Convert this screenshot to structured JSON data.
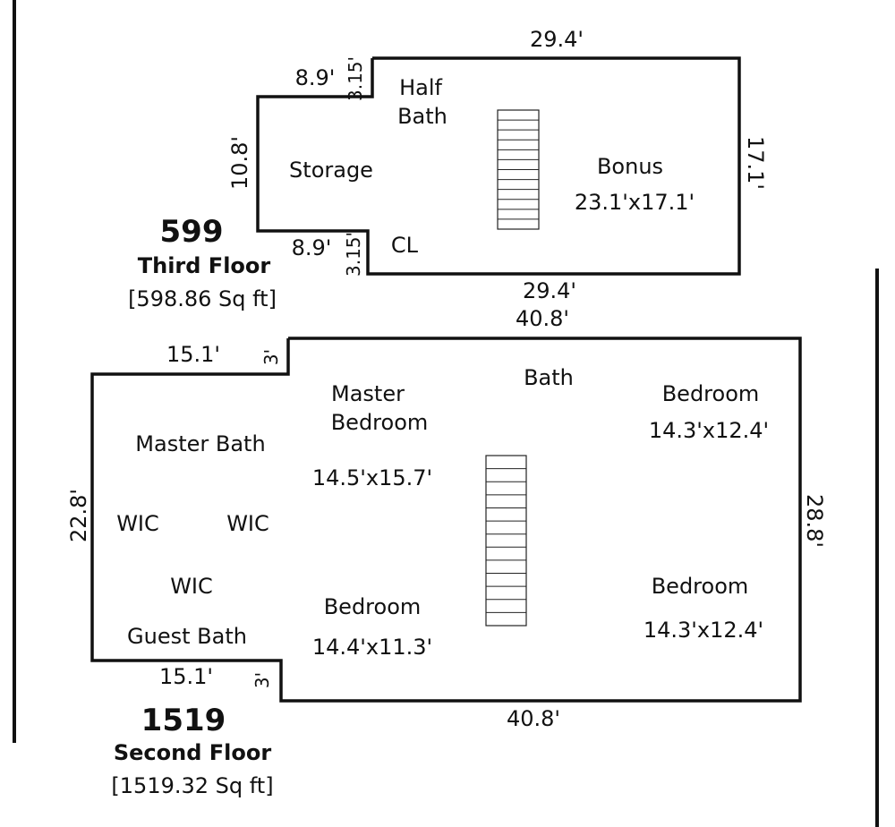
{
  "third_floor": {
    "total": "599",
    "name": "Third Floor",
    "sqft": "[598.86 Sq ft]",
    "dims": {
      "top": "29.4'",
      "bottom": "29.4'",
      "right": "17.1'",
      "left": "10.8'",
      "upper_notch_width": "8.9'",
      "upper_notch_depth": "3.15'",
      "lower_notch_width": "8.9'",
      "lower_notch_depth": "3.15'"
    },
    "rooms": {
      "half_bath_line1": "Half",
      "half_bath_line2": "Bath",
      "storage": "Storage",
      "closet": "CL",
      "bonus": "Bonus",
      "bonus_size": "23.1'x17.1'"
    }
  },
  "second_floor": {
    "total": "1519",
    "name": "Second Floor",
    "sqft": "[1519.32 Sq ft]",
    "dims": {
      "top": "40.8'",
      "bottom": "40.8'",
      "right": "28.8'",
      "left": "22.8'",
      "upper_notch_width": "15.1'",
      "upper_notch_depth": "3'",
      "lower_notch_width": "15.1'",
      "lower_notch_depth": "3'"
    },
    "rooms": {
      "master_bedroom_line1": "Master",
      "master_bedroom_line2": "Bedroom",
      "master_bedroom_size": "14.5'x15.7'",
      "bath": "Bath",
      "bedroom_ne": "Bedroom",
      "bedroom_ne_size": "14.3'x12.4'",
      "master_bath": "Master Bath",
      "wic_1": "WIC",
      "wic_2": "WIC",
      "wic_3": "WIC",
      "bedroom_center": "Bedroom",
      "bedroom_center_size": "14.4'x11.3'",
      "bedroom_se": "Bedroom",
      "bedroom_se_size": "14.3'x12.4'",
      "guest_bath": "Guest Bath"
    }
  },
  "colors": {
    "ink": "#111111",
    "paper": "#ffffff"
  }
}
